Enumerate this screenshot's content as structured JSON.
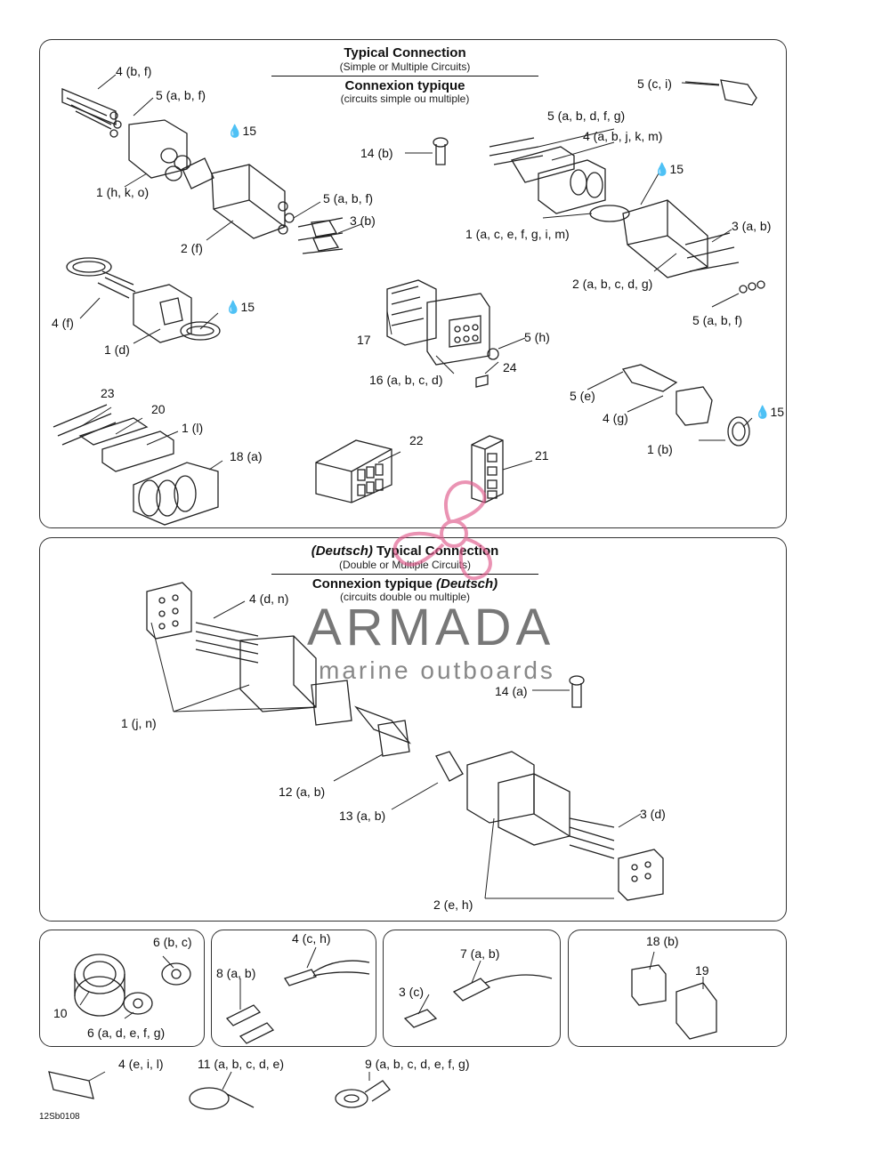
{
  "panel1": {
    "title_en": "Typical Connection",
    "subtitle_en": "(Simple or Multiple Circuits)",
    "title_fr": "Connexion typique",
    "subtitle_fr": "(circuits simple ou multiple)",
    "labels": {
      "l_4bf": "4 (b, f)",
      "l_5abf_top": "5 (a, b, f)",
      "l_15a": "15",
      "l_1hko": "1 (h, k, o)",
      "l_2f": "2 (f)",
      "l_5abf_mid": "5 (a, b, f)",
      "l_3b": "3 (b)",
      "l_14b": "14 (b)",
      "l_5ci": "5 (c, i)",
      "l_5abdfg": "5 (a, b, d, f, g)",
      "l_4abjkm": "4 (a, b, j, k, m)",
      "l_15b": "15",
      "l_1acefgim": "1 (a, c, e, f, g, i, m)",
      "l_3ab": "3 (a, b)",
      "l_2abcdg": "2 (a, b, c, d, g)",
      "l_5abf_right": "5 (a, b, f)",
      "l_4f": "4 (f)",
      "l_15c": "15",
      "l_1d": "1 (d)",
      "l_17": "17",
      "l_5h": "5 (h)",
      "l_24": "24",
      "l_16abcd": "16 (a, b, c, d)",
      "l_5e": "5 (e)",
      "l_4g": "4 (g)",
      "l_15d": "15",
      "l_1b": "1 (b)",
      "l_23": "23",
      "l_20": "20",
      "l_1l": "1 (l)",
      "l_18a": "18 (a)",
      "l_22": "22",
      "l_21": "21"
    }
  },
  "panel2": {
    "title_prefix": "(Deutsch)",
    "title_en": "Typical Connection",
    "subtitle_en": "(Double or Multiple Circuits)",
    "title_fr": "Connexion typique",
    "title_fr_suffix": "(Deutsch)",
    "subtitle_fr": "(circuits double ou multiple)",
    "labels": {
      "l_4dn": "4 (d, n)",
      "l_1jn": "1 (j, n)",
      "l_14a": "14 (a)",
      "l_12ab": "12 (a, b)",
      "l_13ab": "13 (a, b)",
      "l_3d": "3 (d)",
      "l_2eh": "2 (e, h)"
    }
  },
  "bottom": {
    "l_6bc": "6 (b, c)",
    "l_10": "10",
    "l_6adefg": "6 (a, d, e, f, g)",
    "l_4ch": "4 (c, h)",
    "l_8ab": "8 (a, b)",
    "l_7ab": "7 (a, b)",
    "l_3c": "3 (c)",
    "l_18b": "18 (b)",
    "l_19": "19",
    "l_4eil": "4 (e, i, l)",
    "l_11abcde": "11 (a, b, c, d, e)",
    "l_9abcdefg": "9 (a, b, c, d, e, f, g)"
  },
  "watermark": {
    "brand": "ARMADA",
    "tagline": "marine outboards",
    "color": "#e05a8c"
  },
  "drawing_code": "12Sb0108"
}
